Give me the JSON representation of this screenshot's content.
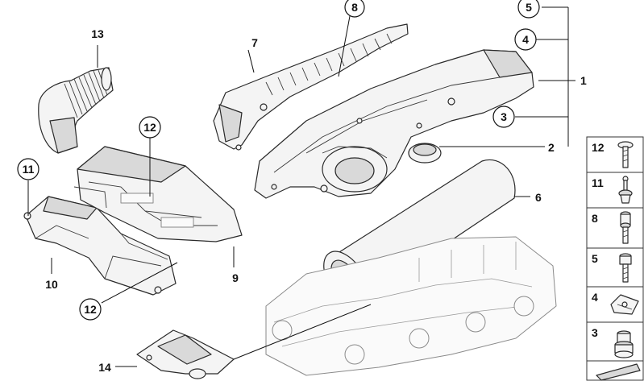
{
  "diagram": {
    "callouts": {
      "c1": "1",
      "c2": "2",
      "c3": "3",
      "c4": "4",
      "c5": "5",
      "c6": "6",
      "c7": "7",
      "c8": "8",
      "c9": "9",
      "c10": "10",
      "c11": "11",
      "c12a": "12",
      "c12b": "12",
      "c13": "13",
      "c14": "14"
    },
    "legend": [
      {
        "label": "12",
        "icon": "screw-icon"
      },
      {
        "label": "11",
        "icon": "pin-icon"
      },
      {
        "label": "8",
        "icon": "bolt-with-sleeve-icon"
      },
      {
        "label": "5",
        "icon": "bolt-icon"
      },
      {
        "label": "4",
        "icon": "clip-nut-icon"
      },
      {
        "label": "3",
        "icon": "rubber-grommet-icon"
      }
    ]
  }
}
